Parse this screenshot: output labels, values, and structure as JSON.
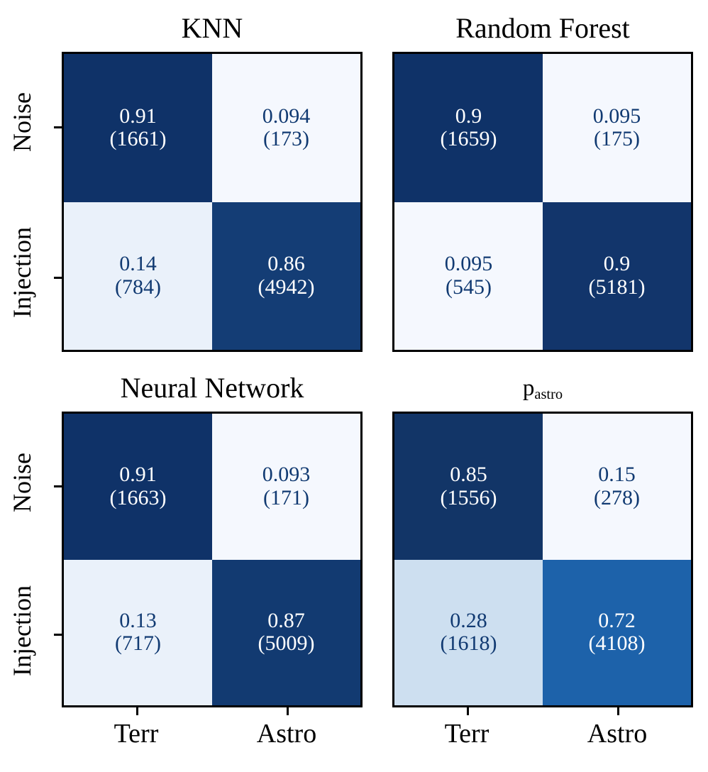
{
  "chart_data": {
    "type": "heatmap",
    "subtype": "confusion-matrix-grid",
    "title": "",
    "xlabel": "",
    "ylabel": "",
    "grid": false,
    "legend": "none",
    "layout": {
      "rows": 2,
      "cols": 2
    },
    "row_labels": [
      "Noise",
      "Injection"
    ],
    "col_labels": [
      "Terr",
      "Astro"
    ],
    "colorscale": {
      "name": "Blues",
      "vmin": 0,
      "vmax": 1,
      "stops": [
        "#f5f8fe",
        "#cddff0",
        "#1d62aa",
        "#0f3268"
      ]
    },
    "panels": [
      {
        "title": "KNN",
        "title_style": "plain",
        "cells": [
          [
            {
              "fraction": "0.91",
              "fraction_value": 0.91,
              "count": "(1661)",
              "count_value": 1661,
              "color": "#0f3268",
              "text_color": "#ffffff"
            },
            {
              "fraction": "0.094",
              "fraction_value": 0.094,
              "count": "(173)",
              "count_value": 173,
              "color": "#f5f8fe",
              "text_color": "#113a72"
            }
          ],
          [
            {
              "fraction": "0.14",
              "fraction_value": 0.14,
              "count": "(784)",
              "count_value": 784,
              "color": "#eaf1fa",
              "text_color": "#113a72"
            },
            {
              "fraction": "0.86",
              "fraction_value": 0.86,
              "count": "(4942)",
              "count_value": 4942,
              "color": "#143d75",
              "text_color": "#ffffff"
            }
          ]
        ]
      },
      {
        "title": "Random Forest",
        "title_style": "plain",
        "cells": [
          [
            {
              "fraction": "0.9",
              "fraction_value": 0.9,
              "count": "(1659)",
              "count_value": 1659,
              "color": "#0f3268",
              "text_color": "#ffffff"
            },
            {
              "fraction": "0.095",
              "fraction_value": 0.095,
              "count": "(175)",
              "count_value": 175,
              "color": "#f5f8fe",
              "text_color": "#113a72"
            }
          ],
          [
            {
              "fraction": "0.095",
              "fraction_value": 0.095,
              "count": "(545)",
              "count_value": 545,
              "color": "#f5f8fe",
              "text_color": "#113a72"
            },
            {
              "fraction": "0.9",
              "fraction_value": 0.9,
              "count": "(5181)",
              "count_value": 5181,
              "color": "#12356b",
              "text_color": "#ffffff"
            }
          ]
        ]
      },
      {
        "title": "Neural Network",
        "title_style": "plain",
        "cells": [
          [
            {
              "fraction": "0.91",
              "fraction_value": 0.91,
              "count": "(1663)",
              "count_value": 1663,
              "color": "#0f3268",
              "text_color": "#ffffff"
            },
            {
              "fraction": "0.093",
              "fraction_value": 0.093,
              "count": "(171)",
              "count_value": 171,
              "color": "#f5f8fe",
              "text_color": "#113a72"
            }
          ],
          [
            {
              "fraction": "0.13",
              "fraction_value": 0.13,
              "count": "(717)",
              "count_value": 717,
              "color": "#eaf1fa",
              "text_color": "#113a72"
            },
            {
              "fraction": "0.87",
              "fraction_value": 0.87,
              "count": "(5009)",
              "count_value": 5009,
              "color": "#123a71",
              "text_color": "#ffffff"
            }
          ]
        ]
      },
      {
        "title": "p",
        "title_sub": "astro",
        "title_style": "subscript",
        "cells": [
          [
            {
              "fraction": "0.85",
              "fraction_value": 0.85,
              "count": "(1556)",
              "count_value": 1556,
              "color": "#123567",
              "text_color": "#ffffff"
            },
            {
              "fraction": "0.15",
              "fraction_value": 0.15,
              "count": "(278)",
              "count_value": 278,
              "color": "#f5f8fe",
              "text_color": "#113a72"
            }
          ],
          [
            {
              "fraction": "0.28",
              "fraction_value": 0.28,
              "count": "(1618)",
              "count_value": 1618,
              "color": "#cddff0",
              "text_color": "#113a72"
            },
            {
              "fraction": "0.72",
              "fraction_value": 0.72,
              "count": "(4108)",
              "count_value": 4108,
              "color": "#1d62aa",
              "text_color": "#ffffff"
            }
          ]
        ]
      }
    ]
  }
}
